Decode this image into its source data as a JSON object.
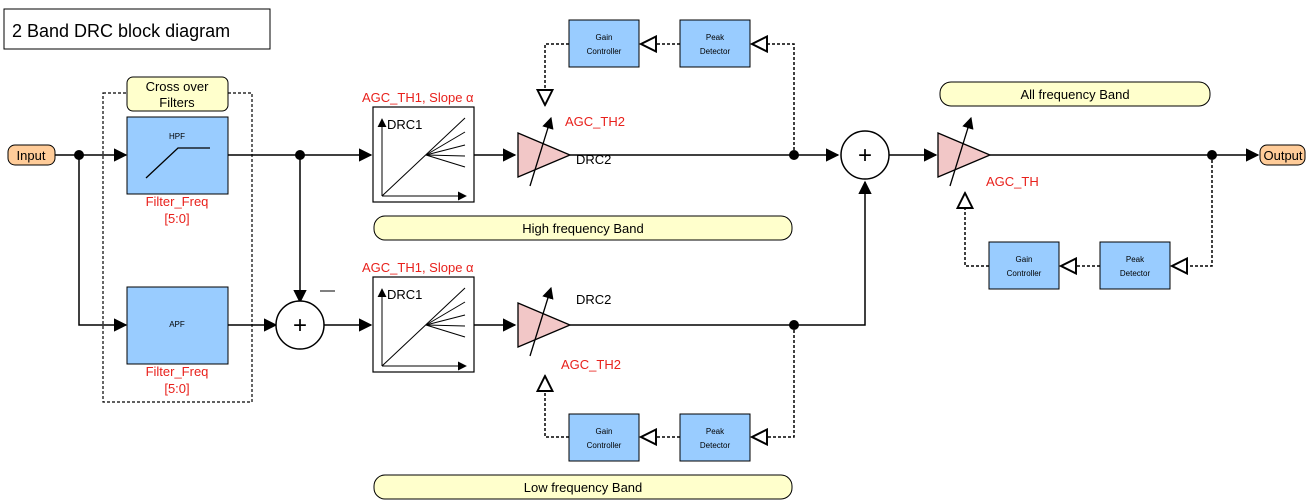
{
  "title": "2 Band DRC block diagram",
  "io": {
    "input": "Input",
    "output": "Output"
  },
  "crossover": {
    "label_line1": "Cross over",
    "label_line2": "Filters"
  },
  "hpf": {
    "label": "HPF",
    "freq_line1": "Filter_Freq",
    "freq_line2": "[5:0]"
  },
  "apf": {
    "label": "APF",
    "freq_line1": "Filter_Freq",
    "freq_line2": "[5:0]"
  },
  "high_band": {
    "label": "High frequency Band",
    "agc_th1": "AGC_TH1, Slope α",
    "drc1": "DRC1",
    "drc2": "DRC2",
    "agc_th2": "AGC_TH2",
    "gain_controller_line1": "Gain",
    "gain_controller_line2": "Controller",
    "peak_detector_line1": "Peak",
    "peak_detector_line2": "Detector"
  },
  "low_band": {
    "label": "Low frequency Band",
    "agc_th1": "AGC_TH1, Slope α",
    "drc1": "DRC1",
    "drc2": "DRC2",
    "agc_th2": "AGC_TH2",
    "gain_controller_line1": "Gain",
    "gain_controller_line2": "Controller",
    "peak_detector_line1": "Peak",
    "peak_detector_line2": "Detector"
  },
  "all_band": {
    "label": "All frequency Band",
    "agc_th": "AGC_TH",
    "gain_controller_line1": "Gain",
    "gain_controller_line2": "Controller",
    "peak_detector_line1": "Peak",
    "peak_detector_line2": "Detector"
  },
  "summer_symbol": "+",
  "minus_symbol": "—",
  "colors": {
    "block_fill": "#99ccff",
    "label_fill": "#ffffcc",
    "io_fill": "#ffcc99",
    "amp_fill": "#f2c7c7",
    "red_text": "#e8211c"
  }
}
